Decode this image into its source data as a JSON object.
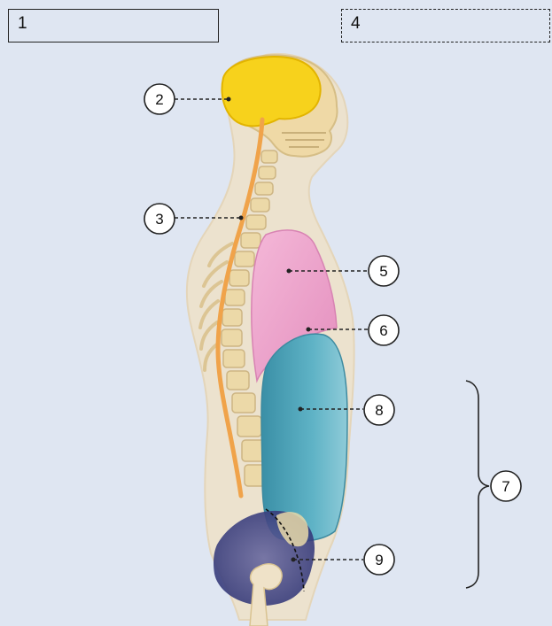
{
  "boxes": [
    {
      "id": "1",
      "label": "1",
      "style": "solid"
    },
    {
      "id": "4",
      "label": "4",
      "style": "dashed"
    }
  ],
  "callouts": [
    {
      "num": "2",
      "part": "brain"
    },
    {
      "num": "3",
      "part": "spinal-cord"
    },
    {
      "num": "5",
      "part": "lung"
    },
    {
      "num": "6",
      "part": "diaphragm"
    },
    {
      "num": "7",
      "part": "abdominal-region-bracket"
    },
    {
      "num": "8",
      "part": "abdominal-cavity"
    },
    {
      "num": "9",
      "part": "pelvic-cavity"
    }
  ],
  "colors": {
    "background": "#dfe6f2",
    "body_silhouette": "#efe2c8",
    "brain": "#f7d21c",
    "spinal_cord": "#f0a34a",
    "bone": "#ecd9a8",
    "lung": "#eea9cf",
    "abdominal": "#4fa6bb",
    "pelvic": "#4a4f8f"
  }
}
